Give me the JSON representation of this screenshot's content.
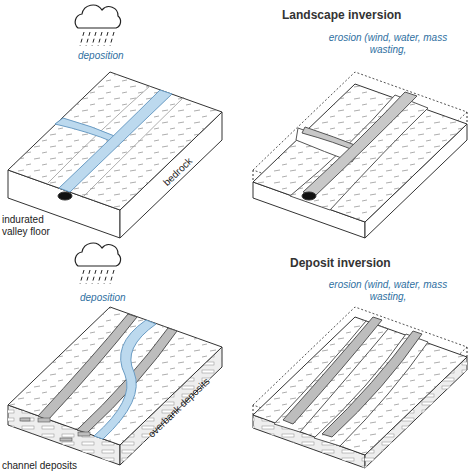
{
  "diagram": {
    "labels": [
      "Landscape inversion",
      "deposition",
      "bedrock",
      "indurated valley floor",
      "erosion (wind, water, mass wasting,",
      "Deposit inversion",
      "deposition",
      "overbank deposits",
      "channel deposits",
      "erosion (wind, water, mass wasting,"
    ]
  }
}
